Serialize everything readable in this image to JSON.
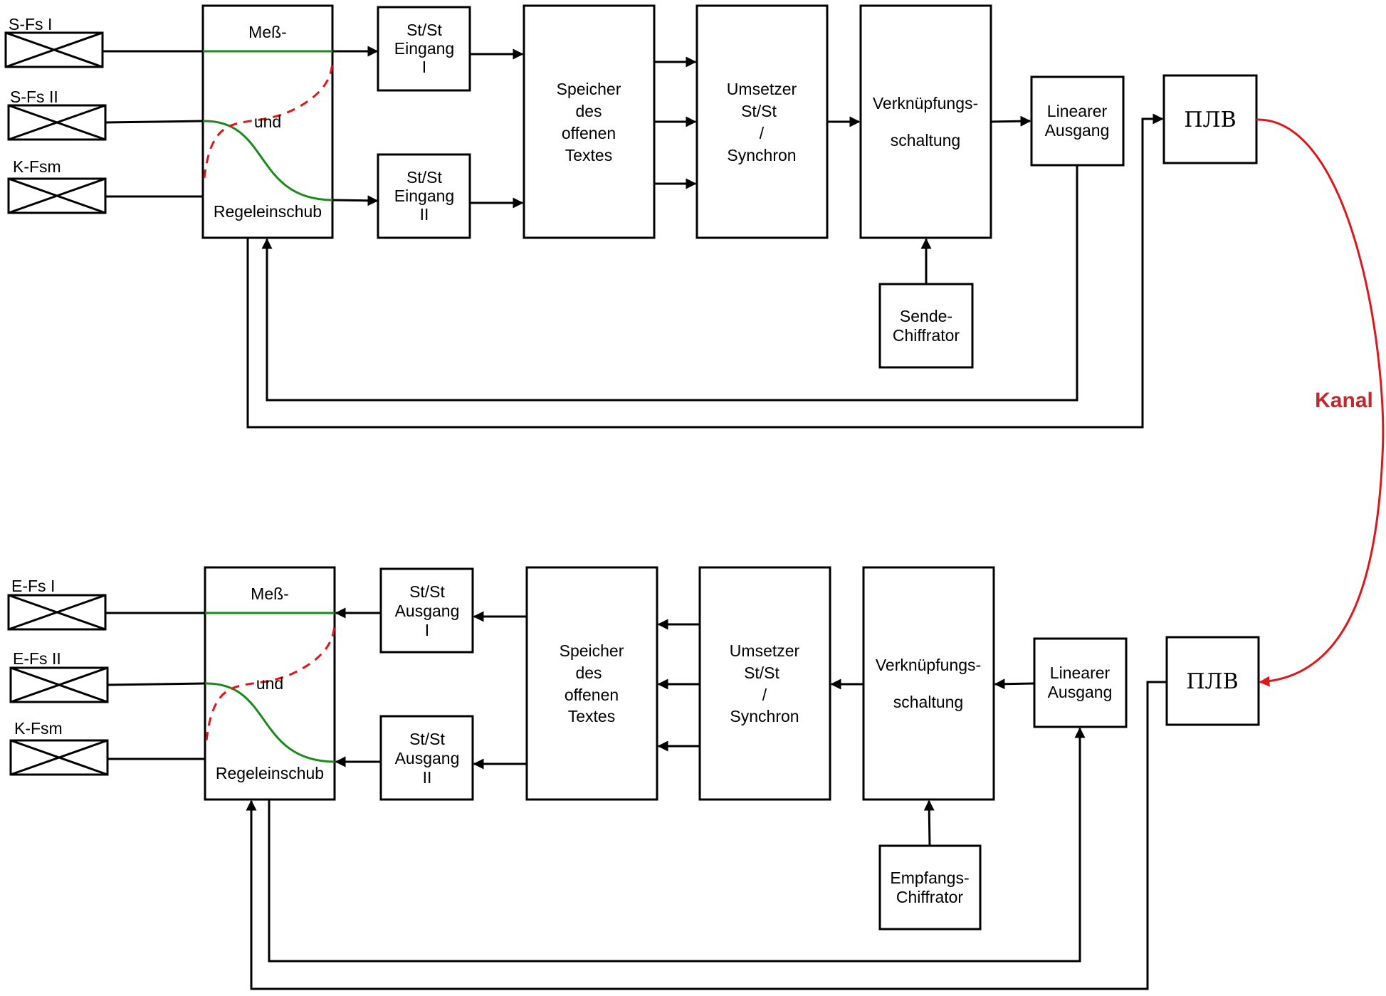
{
  "colors": {
    "green_curve": "#1a8a1a",
    "red_curve": "#e0161b",
    "kanal_label": "#c0282d",
    "stroke": "#000000"
  },
  "icons": {
    "terminal": "crossed-rectangle-terminal",
    "arrow": "filled-arrowhead"
  },
  "top": {
    "inputs": [
      "S-Fs I",
      "S-Fs II",
      "K-Fsm"
    ],
    "regel": {
      "line1": "Meß-",
      "line2": "und",
      "line3": "Regeleinschub"
    },
    "io1": [
      "St/St",
      "Eingang",
      "I"
    ],
    "io2": [
      "St/St",
      "Eingang",
      "II"
    ],
    "speicher": [
      "Speicher",
      "des",
      "offenen",
      "Textes"
    ],
    "umsetzer": [
      "Umsetzer",
      "St/St",
      "/",
      "Synchron"
    ],
    "verkn": [
      "Verknüpfungs-",
      "schaltung"
    ],
    "linear": [
      "Linearer",
      "Ausgang"
    ],
    "plv": "ПЛВ",
    "chiffrator": [
      "Sende-",
      "Chiffrator"
    ]
  },
  "kanal": "Kanal",
  "bottom": {
    "outputs": [
      "E-Fs I",
      "E-Fs II",
      "K-Fsm"
    ],
    "regel": {
      "line1": "Meß-",
      "line2": "und",
      "line3": "Regeleinschub"
    },
    "io1": [
      "St/St",
      "Ausgang",
      "I"
    ],
    "io2": [
      "St/St",
      "Ausgang",
      "II"
    ],
    "speicher": [
      "Speicher",
      "des",
      "offenen",
      "Textes"
    ],
    "umsetzer": [
      "Umsetzer",
      "St/St",
      "/",
      "Synchron"
    ],
    "verkn": [
      "Verknüpfungs-",
      "schaltung"
    ],
    "linear": [
      "Linearer",
      "Ausgang"
    ],
    "plv": "ПЛВ",
    "chiffrator": [
      "Empfangs-",
      "Chiffrator"
    ]
  }
}
